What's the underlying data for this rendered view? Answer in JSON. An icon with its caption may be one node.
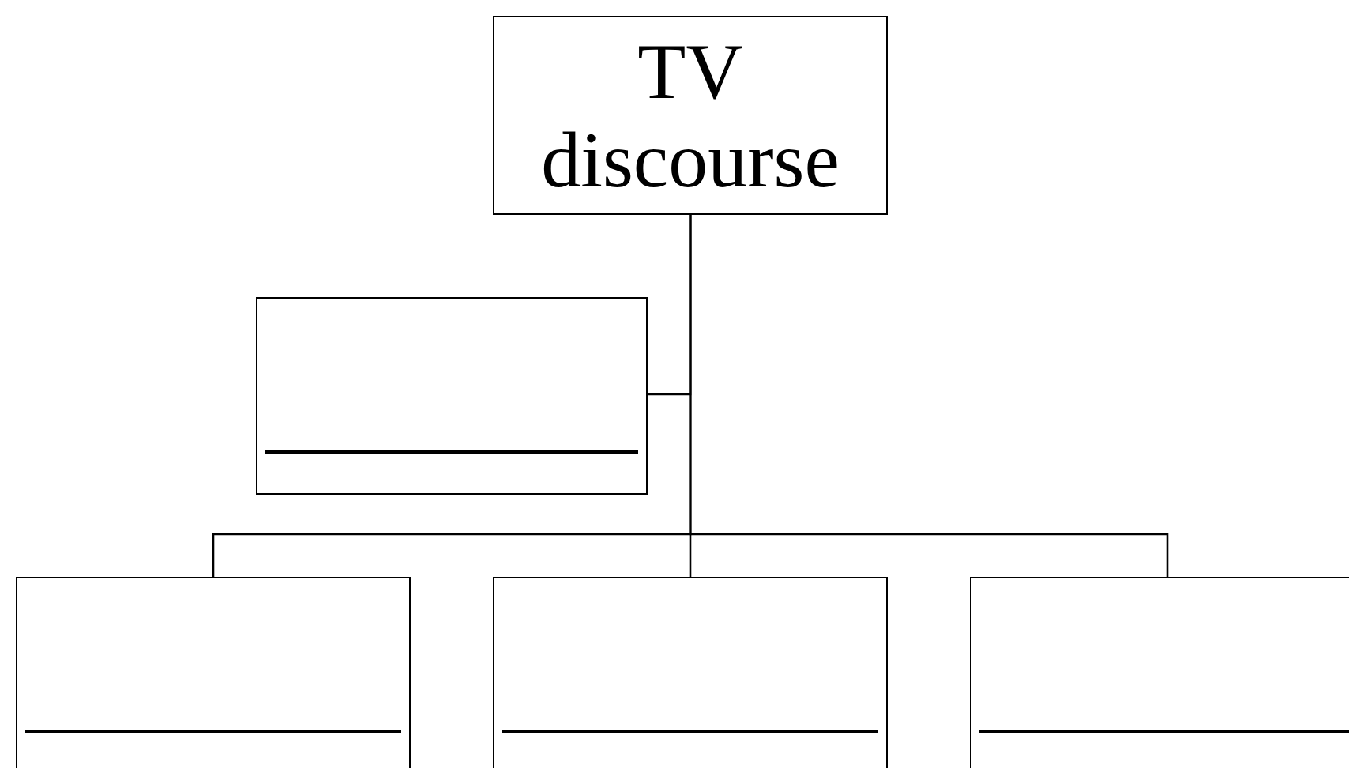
{
  "diagram": {
    "nodes": [
      {
        "text": [
          "TV discourse"
        ]
      },
      {
        "text": [],
        "shape": "box"
      },
      {
        "text": [],
        "shape": "box"
      },
      {
        "text": [],
        "shape": "box"
      },
      {
        "text": [],
        "shape": "box"
      }
    ],
    "edges": [
      {
        "from": 0,
        "to": 1,
        "arrow": "none"
      },
      {
        "from": 0,
        "to": 2,
        "arrow": "none"
      },
      {
        "from": 0,
        "to": 3,
        "arrow": "none"
      },
      {
        "from": 0,
        "to": 4,
        "arrow": "none"
      }
    ]
  }
}
